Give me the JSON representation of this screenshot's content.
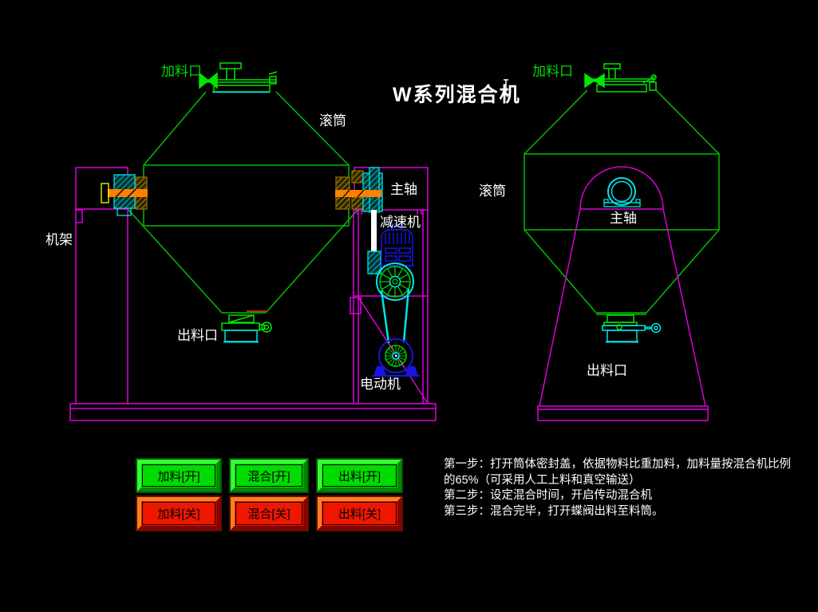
{
  "title": "W系列混合机",
  "front_view": {
    "labels": {
      "feed_port": "加料口",
      "drum": "滚筒",
      "main_shaft": "主轴",
      "reducer": "减速机",
      "frame": "机架",
      "discharge_port": "出料口",
      "motor": "电动机"
    }
  },
  "side_view": {
    "labels": {
      "feed_port": "加料口",
      "drum": "滚筒",
      "main_shaft": "主轴",
      "discharge_port": "出料口"
    }
  },
  "controls": {
    "buttons": [
      {
        "label": "加料[开]",
        "state": "on"
      },
      {
        "label": "混合[开]",
        "state": "on"
      },
      {
        "label": "出料[开]",
        "state": "on"
      },
      {
        "label": "加料[关]",
        "state": "off"
      },
      {
        "label": "混合[关]",
        "state": "off"
      },
      {
        "label": "出料[关]",
        "state": "off"
      }
    ]
  },
  "instructions": {
    "lines": [
      "第一步：打开筒体密封盖，依据物料比重加料，加料量按混合机比例",
      "的65%（可采用人工上料和真空输送）",
      "第二步：设定混合时间，开启传动混合机",
      "第三步：混合完毕，打开蝶阀出料至料筒。"
    ]
  },
  "colors": {
    "background": "#000000",
    "outline_green": "#00be00",
    "detail_green": "#00e600",
    "frame_magenta": "#dd00dd",
    "cyan": "#00e5e5",
    "blue": "#1616e0",
    "shaft_orange": "#ff7f00",
    "handle_yellow": "#ffff00",
    "button_on_face": "#00dc00",
    "button_off_face": "#ee1700",
    "label_white": "#ffffff",
    "label_green": "#00d800"
  }
}
